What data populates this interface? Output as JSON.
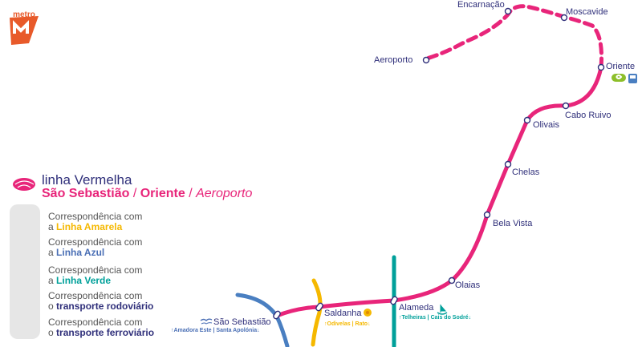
{
  "brand": {
    "logo_text": "metro",
    "color": "#e85a2a"
  },
  "line": {
    "name": "linha Vermelha",
    "route_a": "São Sebastião",
    "route_b": "Oriente",
    "route_c": "Aeroporto",
    "route_sep": "/",
    "color": "#e8257a"
  },
  "stations": [
    {
      "id": "aeroporto",
      "label": "Aeroporto"
    },
    {
      "id": "encarnacao",
      "label": "Encarnação"
    },
    {
      "id": "moscavide",
      "label": "Moscavide"
    },
    {
      "id": "oriente",
      "label": "Oriente"
    },
    {
      "id": "cabo-ruivo",
      "label": "Cabo Ruivo"
    },
    {
      "id": "olivais",
      "label": "Olivais"
    },
    {
      "id": "chelas",
      "label": "Chelas"
    },
    {
      "id": "bela-vista",
      "label": "Bela Vista"
    },
    {
      "id": "olaias",
      "label": "Olaias"
    },
    {
      "id": "alameda",
      "label": "Alameda"
    },
    {
      "id": "saldanha",
      "label": "Saldanha"
    },
    {
      "id": "sao-sebastiao",
      "label": "São Sebastião"
    }
  ],
  "connections": {
    "sao_sebastiao": "↑Amadora Este | Santa Apolónia↓",
    "saldanha": "↑Odivelas | Rato↓",
    "alameda": "↑Telheiras | Cais do Sodré↓"
  },
  "legend": {
    "prefix": "Correspondência com",
    "items": [
      {
        "article": "a",
        "name": "Linha Amarela",
        "color": "#f5b800",
        "icon": "sunflower-icon"
      },
      {
        "article": "a",
        "name": "Linha Azul",
        "color": "#4a6fb5",
        "icon": "seagull-icon"
      },
      {
        "article": "a",
        "name": "Linha Verde",
        "color": "#00a09a",
        "icon": "caravel-icon"
      },
      {
        "article": "o",
        "name": "transporte rodoviário",
        "color": "#2f2f7a",
        "icon": "bus-icon"
      },
      {
        "article": "o",
        "name": "transporte ferroviário",
        "color": "#2f2f7a",
        "icon": "train-icon"
      }
    ]
  },
  "colors": {
    "red": "#e8257a",
    "yellow": "#f5b800",
    "blue": "#4a7fc1",
    "green": "#00a09a",
    "navy": "#2f2f7a",
    "cp_green": "#8dbf2a"
  }
}
